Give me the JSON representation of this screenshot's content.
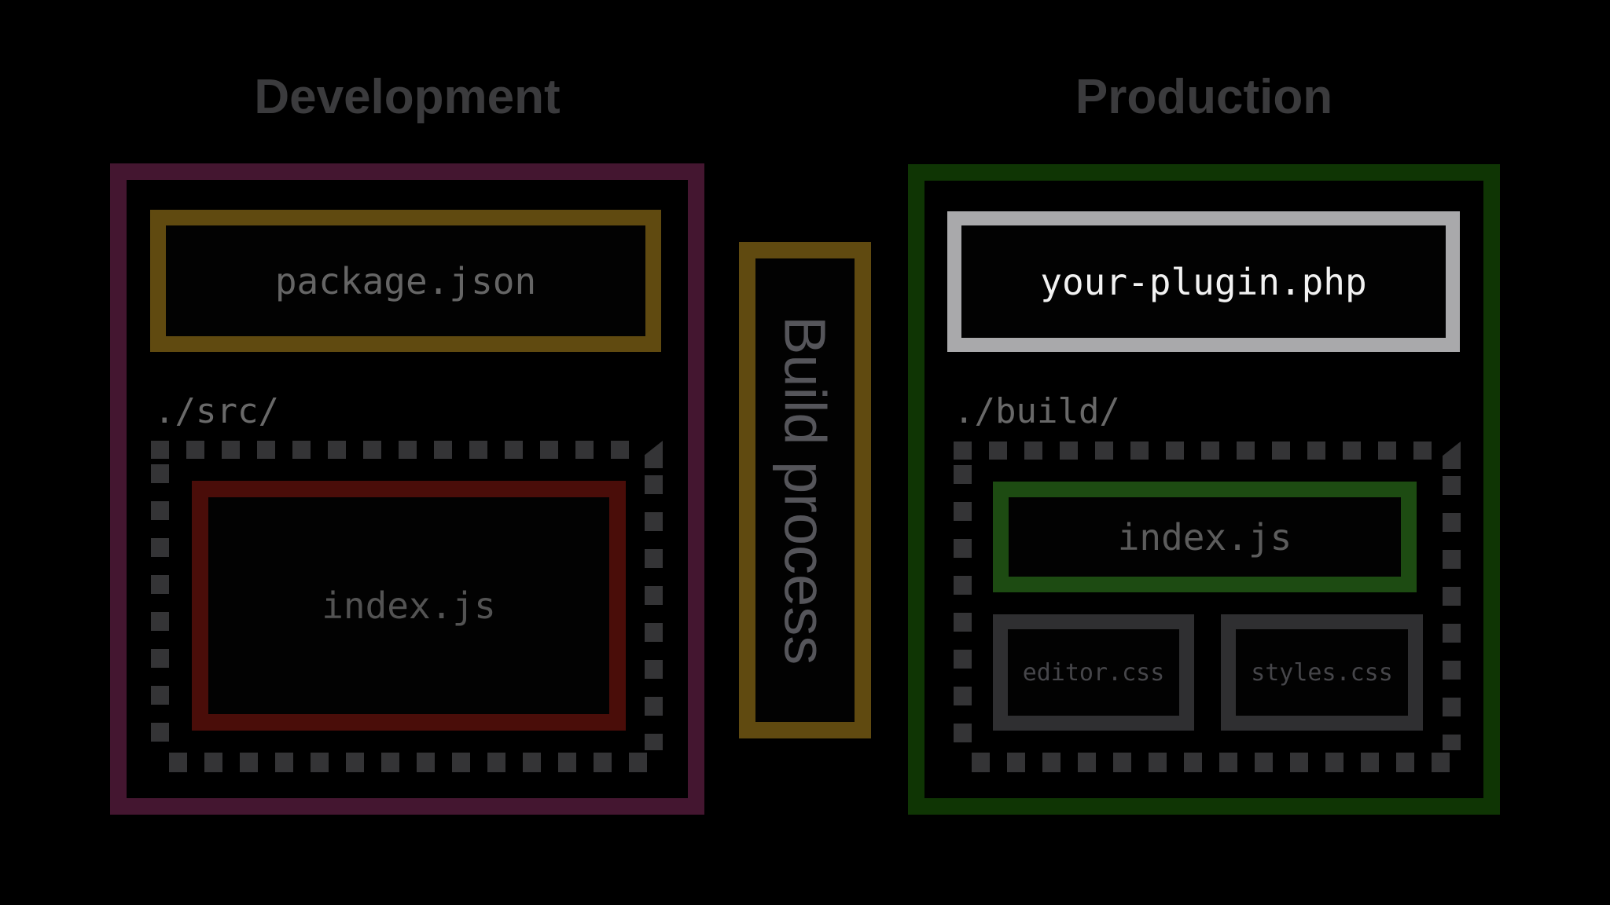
{
  "development": {
    "title": "Development",
    "package_json_label": "package.json",
    "src_dir_label": "./src/",
    "index_js_label": "index.js"
  },
  "build": {
    "label": "Build process"
  },
  "production": {
    "title": "Production",
    "plugin_file_label": "your-plugin.php",
    "build_dir_label": "./build/",
    "index_js_label": "index.js",
    "editor_css_label": "editor.css",
    "styles_css_label": "styles.css"
  },
  "colors": {
    "background": "#000000",
    "title_text": "#3b3b3d",
    "dev_border": "#441630",
    "package_border": "#604a10",
    "build_border": "#604a10",
    "src_index_border": "#4a0d09",
    "prod_border": "#0f3504",
    "prod_index_border": "#1d4b12",
    "css_box_border": "#2f2f31",
    "plugin_border": "#a9a9ab",
    "plugin_text": "#f2f2f2",
    "code_text": "#656565",
    "dim_code_text": "#535353",
    "css_text": "#46464a",
    "dash": "#343436",
    "build_text": "#55555a"
  }
}
